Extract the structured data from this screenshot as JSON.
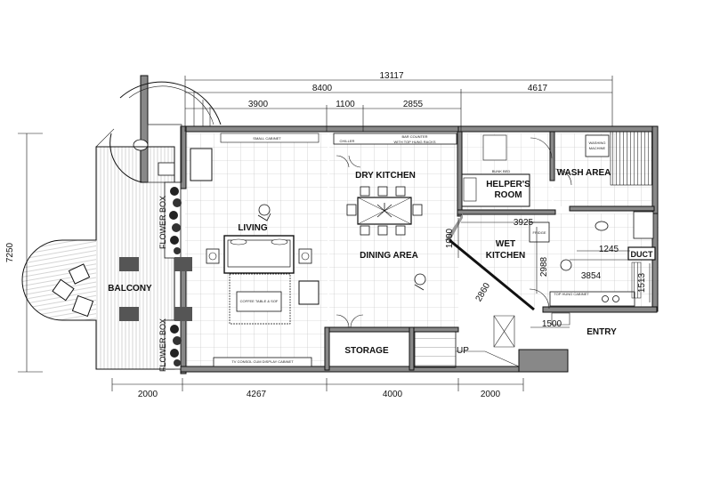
{
  "dimensions": {
    "top": {
      "total": "13117",
      "left_span": "8400",
      "right_span": "4617",
      "seg1": "3900",
      "seg2": "1100",
      "seg3": "2855"
    },
    "bottom": {
      "b1": "2000",
      "b2": "4267",
      "b3": "4000",
      "b4": "2000"
    },
    "left": {
      "height": "7250"
    },
    "interior": {
      "d1000": "1000",
      "d3925": "3925",
      "d2988": "2988",
      "d2860": "2860",
      "d3854": "3854",
      "d1245": "1245",
      "d1513": "1513",
      "d1500": "1500"
    }
  },
  "rooms": {
    "living": "LIVING",
    "dry_kitchen": "DRY KITCHEN",
    "dining_area": "DINING AREA",
    "helpers_room_1": "HELPER'S",
    "helpers_room_2": "ROOM",
    "wash_area": "WASH AREA",
    "wet_kitchen_1": "WET",
    "wet_kitchen_2": "KITCHEN",
    "balcony": "BALCONY",
    "storage": "STORAGE",
    "entry": "ENTRY",
    "duct": "DUCT",
    "flower_box_top": "FLOWER BOX",
    "flower_box_bottom": "FLOWER BOX",
    "up": "UP"
  },
  "labels": {
    "chiller": "CHILLER",
    "bar_counter_1": "BAR COUNTER",
    "bar_counter_2": "WITH TOP HUNG RACKS",
    "bunk_bed": "BUNK BED",
    "washing_1": "WASHING",
    "washing_2": "MACHINE",
    "fridge": "FRIDGE",
    "top_hung_cabinet": "TOP HUNG CABINET",
    "tv_console": "TV CONSOL CUM DISPLAY CABINET",
    "coffee_table": "COFFEE TABLE & SOF",
    "small_cabinet": "SMALL CABINET"
  }
}
